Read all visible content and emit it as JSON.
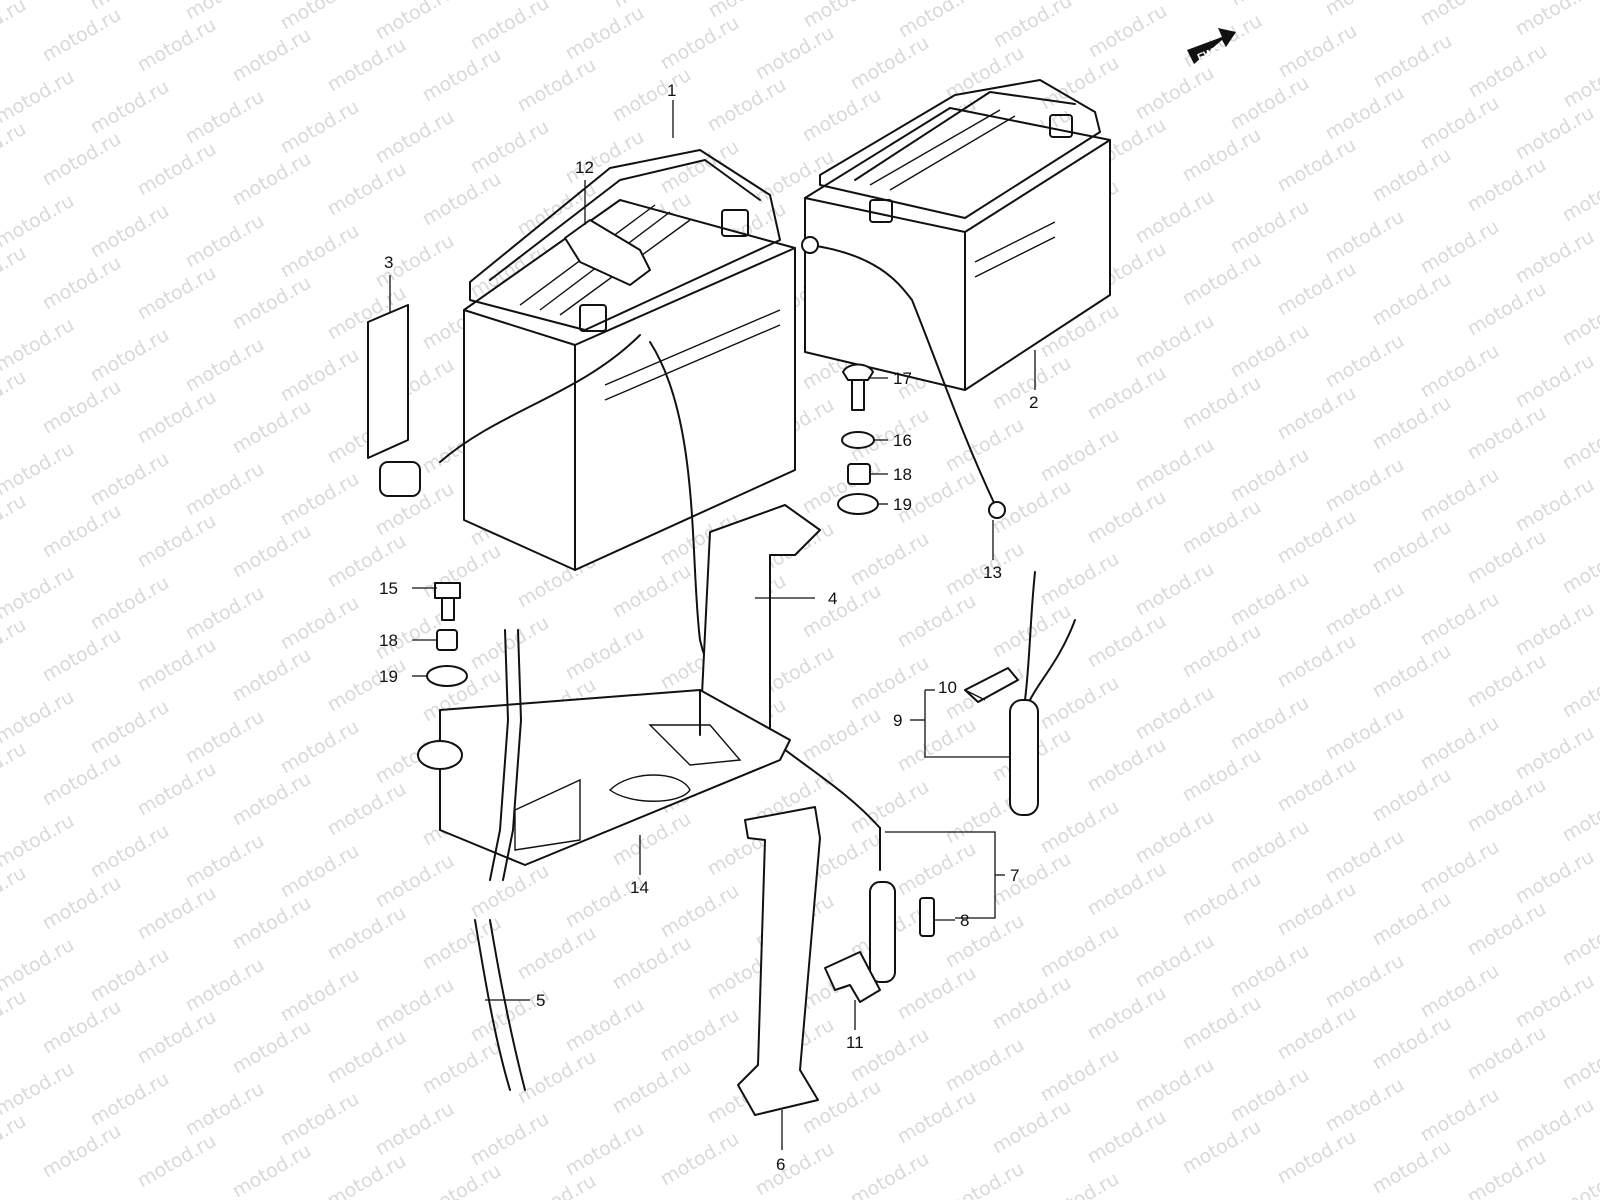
{
  "watermark_text": "motod.ru",
  "fwd_label": "FWD",
  "callouts": {
    "c1": "1",
    "c2": "2",
    "c3": "3",
    "c4": "4",
    "c5": "5",
    "c6": "6",
    "c7": "7",
    "c8": "8",
    "c9": "9",
    "c10": "10",
    "c11": "11",
    "c12": "12",
    "c13": "13",
    "c14": "14",
    "c15": "15",
    "c16": "16",
    "c17": "17",
    "c18a": "18",
    "c18b": "18",
    "c19a": "19",
    "c19b": "19"
  }
}
